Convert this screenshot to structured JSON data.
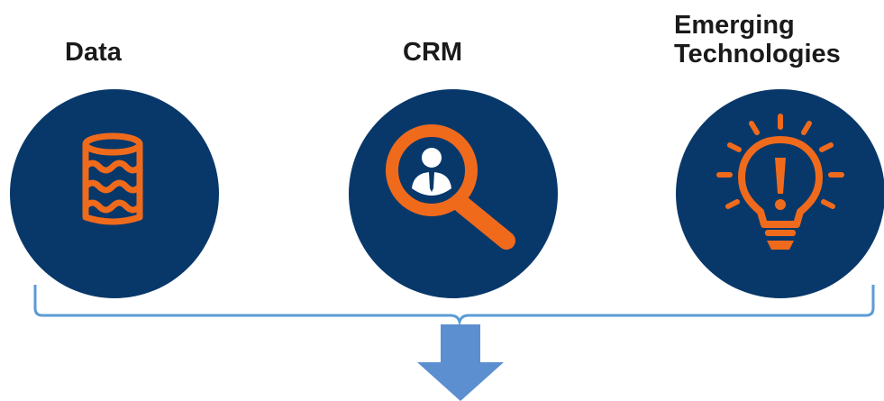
{
  "items": [
    {
      "label": "Data",
      "icon": "database-icon"
    },
    {
      "label": "CRM",
      "icon": "customer-search-icon"
    },
    {
      "label_lines": [
        "Emerging",
        "Technologies"
      ],
      "icon": "lightbulb-idea-icon"
    }
  ],
  "colors": {
    "circle": "#08386a",
    "icon": "#f06a1c",
    "bracket": "#5b9bd5",
    "arrow": "#5b8fd0"
  }
}
